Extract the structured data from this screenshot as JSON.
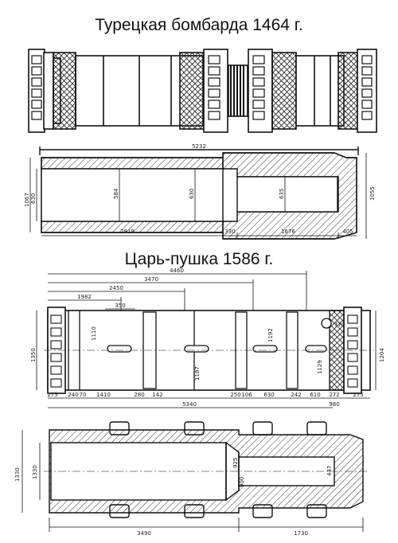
{
  "titles": {
    "bombard": "Турецкая бомбарда 1464 г.",
    "tsar_cannon": "Царь-пушка 1586 г."
  },
  "bombard_dims": {
    "total_length": "5232",
    "left_height_1": "1067",
    "left_height_2": "630",
    "bore_1": "584",
    "bore_2": "630",
    "chamber": "635",
    "right_height": "1055",
    "seg_1": "2819",
    "seg_2": "330",
    "seg_3": "1676",
    "seg_4": "405"
  },
  "tsar_dims": {
    "top_total": "4460",
    "top_2": "3470",
    "top_3": "2450",
    "top_4": "1982",
    "top_5": "350",
    "left_height": "1350",
    "mid_1": "1110",
    "mid_2": "1187",
    "mid_3": "1192",
    "mid_4": "1129",
    "right_1": "770",
    "right_height": "1204",
    "bottom_segments": [
      "275",
      "240",
      "70",
      "1410",
      "280",
      "142",
      "250",
      "106",
      "630",
      "242",
      "610",
      "272",
      "275"
    ],
    "bottom_total": "5340",
    "bottom_right": "980",
    "section_height": "1330",
    "bore_a": "925",
    "bore_b": "900",
    "chamber_b": "447",
    "len_a": "3490",
    "len_b": "1730"
  }
}
